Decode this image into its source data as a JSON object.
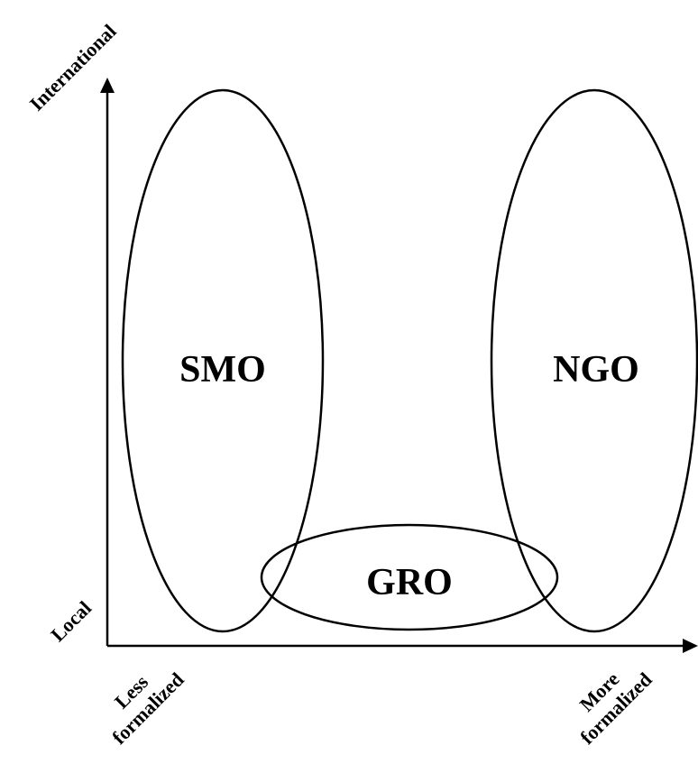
{
  "axes": {
    "y_top_label": "International",
    "y_bottom_label": "Local",
    "x_left_label_line1": "Less",
    "x_left_label_line2": "formalized",
    "x_right_label_line1": "More",
    "x_right_label_line2": "formalized"
  },
  "regions": {
    "smo": "SMO",
    "ngo": "NGO",
    "gro": "GRO"
  },
  "colors": {
    "stroke": "#000000",
    "background": "#ffffff"
  }
}
